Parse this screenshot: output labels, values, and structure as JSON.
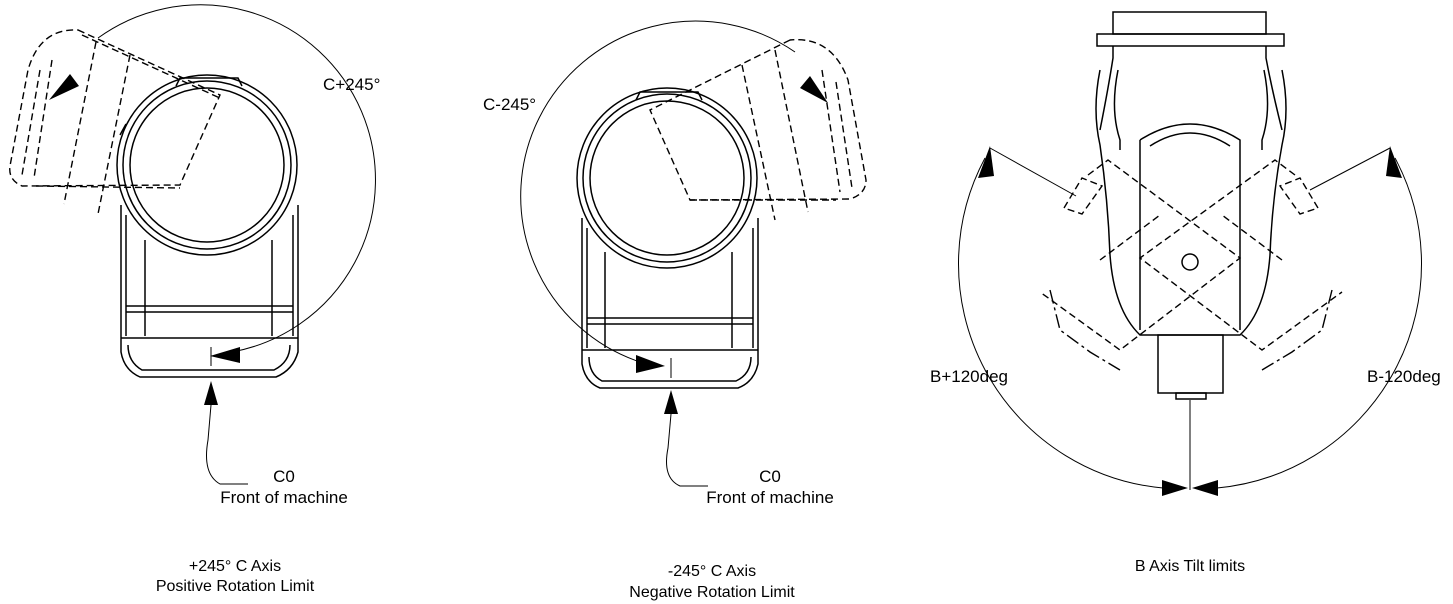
{
  "views": [
    {
      "angle_label": "C+245°",
      "zero_label": "C0",
      "zero_note": "Front of machine",
      "caption_line1": "+245° C Axis",
      "caption_line2": "Positive Rotation Limit"
    },
    {
      "angle_label": "C-245°",
      "zero_label": "C0",
      "zero_note": "Front of machine",
      "caption_line1": "-245° C Axis",
      "caption_line2": "Negative Rotation Limit"
    },
    {
      "left_label": "B+120deg",
      "right_label": "B-120deg",
      "caption_line1": "B Axis Tilt limits"
    }
  ]
}
